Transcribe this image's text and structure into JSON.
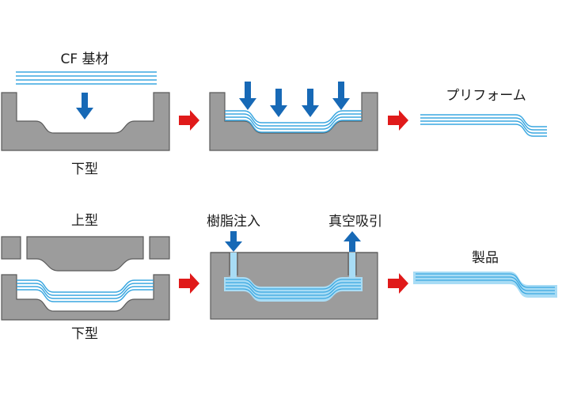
{
  "colors": {
    "mold": "#9c9c9c",
    "mold_stroke": "#5a5a5a",
    "fiber": "#3aa7e0",
    "resin": "#a8dcf5",
    "arrow_blue": "#1769b6",
    "arrow_red": "#e01a1a"
  },
  "labels": {
    "cf_base": "CF 基材",
    "lower_mold_1": "下型",
    "preform": "プリフォーム",
    "upper_mold": "上型",
    "lower_mold_2": "下型",
    "resin_injection": "樹脂注入",
    "vacuum_suction": "真空吸引",
    "product": "製品"
  },
  "icons": {
    "push_arrow": "arrow-down-icon",
    "process_arrow": "arrow-right-icon",
    "vacuum_arrow": "arrow-up-icon"
  }
}
